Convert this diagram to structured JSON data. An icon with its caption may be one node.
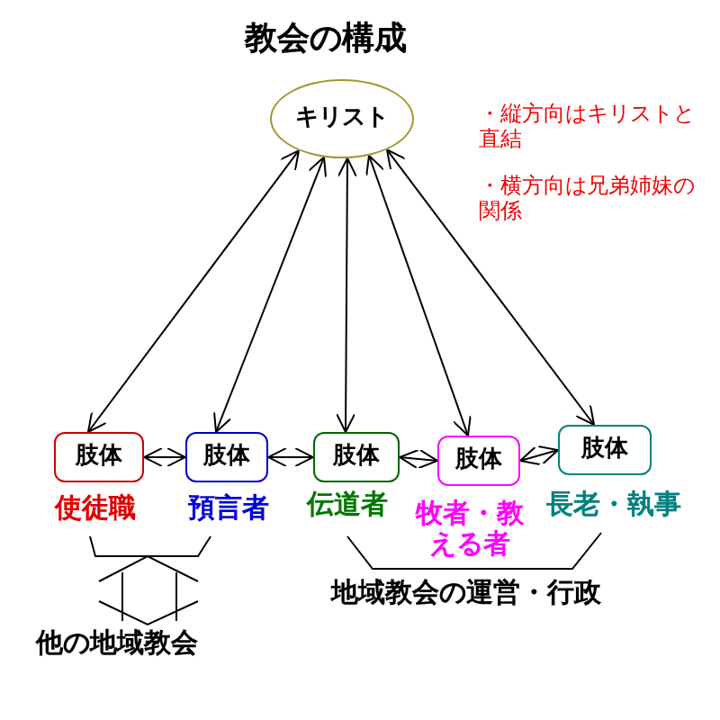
{
  "diagram": {
    "title": "教会の構成",
    "nodes": [
      {
        "text": [
          "キリスト"
        ]
      },
      {
        "text": [
          "肢体"
        ],
        "beside": [
          "使徒職"
        ]
      },
      {
        "text": [
          "肢体"
        ],
        "beside": [
          "預言者"
        ]
      },
      {
        "text": [
          "肢体"
        ],
        "beside": [
          "伝道者"
        ]
      },
      {
        "text": [
          "肢体"
        ],
        "beside": [
          "牧者・教える者"
        ]
      },
      {
        "text": [
          "肢体"
        ],
        "beside": [
          "長老・執事"
        ]
      }
    ],
    "edges": [
      {
        "from": 0,
        "to": 1,
        "arrow": "both"
      },
      {
        "from": 0,
        "to": 2,
        "arrow": "both"
      },
      {
        "from": 0,
        "to": 3,
        "arrow": "both"
      },
      {
        "from": 0,
        "to": 4,
        "arrow": "both"
      },
      {
        "from": 0,
        "to": 5,
        "arrow": "both"
      },
      {
        "from": 1,
        "to": 2,
        "arrow": "both"
      },
      {
        "from": 2,
        "to": 3,
        "arrow": "both"
      },
      {
        "from": 3,
        "to": 4,
        "arrow": "both"
      },
      {
        "from": 4,
        "to": 5,
        "arrow": "both"
      }
    ],
    "labels": [
      "・縦方向はキリストと直結",
      "・横方向は兄弟姉妹の関係",
      "他の地域教会",
      "地域教会の運営・行政"
    ]
  }
}
